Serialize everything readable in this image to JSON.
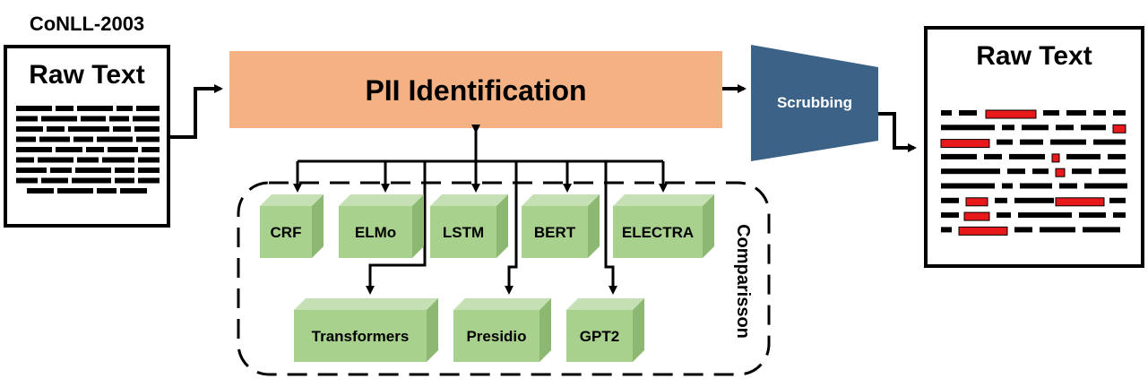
{
  "dataset_label": "CoNLL-2003",
  "input_doc": {
    "title": "Raw Text"
  },
  "pii_box": {
    "label": "PII Identification",
    "color": "#F4B183"
  },
  "scrubbing": {
    "label": "Scrubbing",
    "color": "#3C6287"
  },
  "output_doc": {
    "title": "Raw Text",
    "redaction_color": "#E8191A"
  },
  "comparison": {
    "label": "Comparisson"
  },
  "model_color": "#A9D18E",
  "models": [
    {
      "id": "crf",
      "label": "CRF"
    },
    {
      "id": "elmo",
      "label": "ELMo"
    },
    {
      "id": "lstm",
      "label": "LSTM"
    },
    {
      "id": "bert",
      "label": "BERT"
    },
    {
      "id": "electra",
      "label": "ELECTRA"
    },
    {
      "id": "transformers",
      "label": "Transformers"
    },
    {
      "id": "presidio",
      "label": "Presidio"
    },
    {
      "id": "gpt2",
      "label": "GPT2"
    }
  ]
}
